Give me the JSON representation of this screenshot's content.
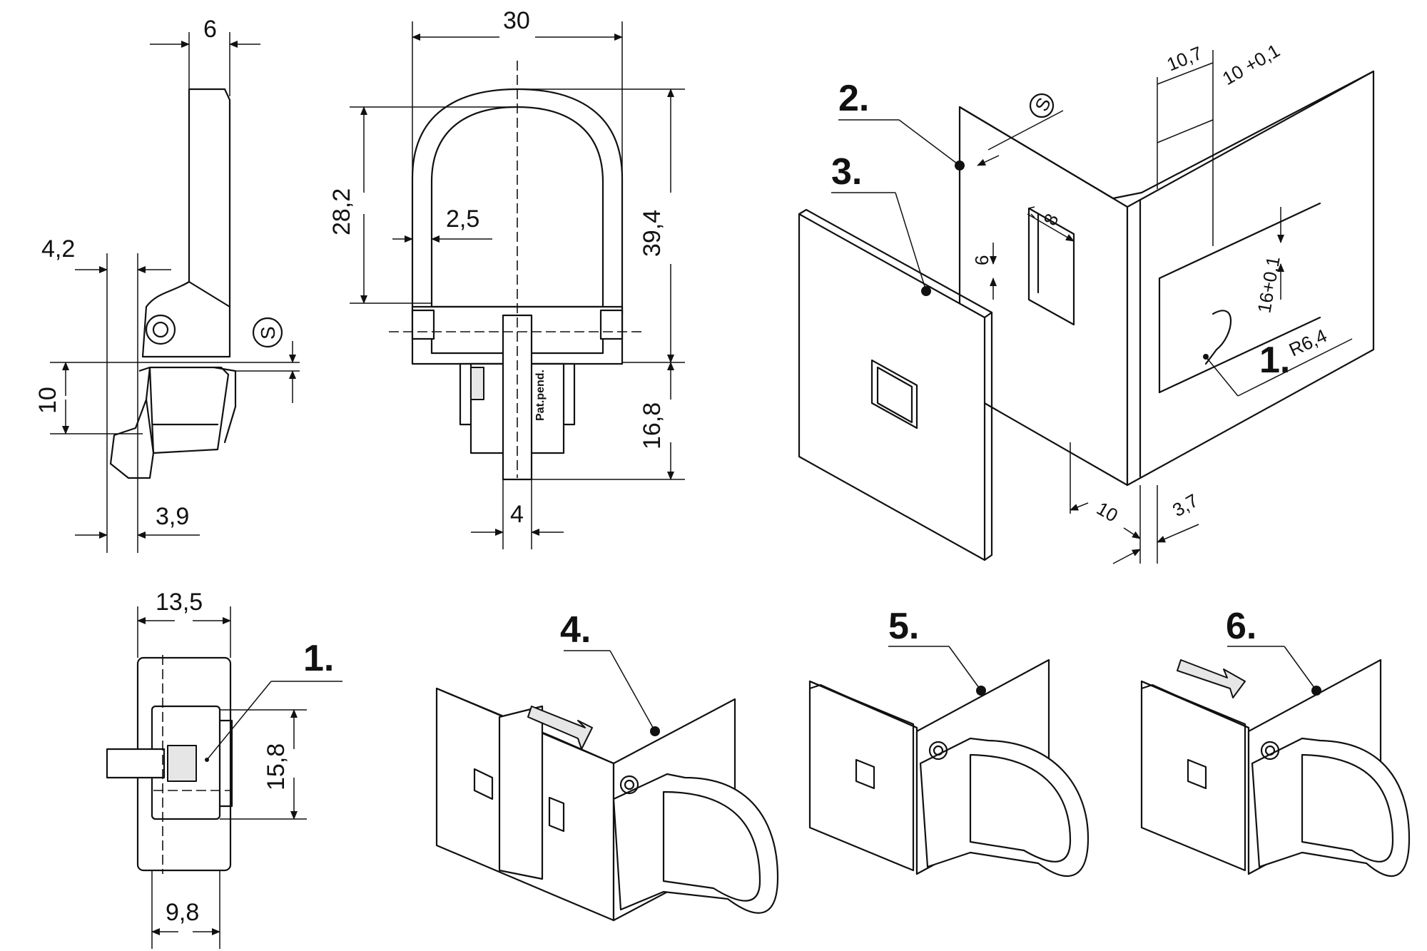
{
  "dimensions": {
    "side_width": "6",
    "side_offset": "4,2",
    "side_height": "10",
    "side_bottom": "3,9",
    "front_width": "30",
    "front_inner_height": "28,2",
    "front_wall": "2,5",
    "front_height": "39,4",
    "front_pin_height": "16,8",
    "front_pin_width": "4",
    "bottom_width": "13,5",
    "bottom_height": "15,8",
    "bottom_inner_width": "9,8",
    "cut_width_8": "8",
    "cut_height_6": "6",
    "panel_offset": "10,7",
    "slot_width": "10 +0,1",
    "slot_height": "16+0,1",
    "radius": "R6,4",
    "edge_10": "10",
    "edge_37": "3,7"
  },
  "symbols": {
    "thickness_symbol": "S",
    "patent_text": "Pat.pend."
  },
  "steps": {
    "step1_top": "1.",
    "step1_bottom": "1.",
    "step2": "2.",
    "step3": "3.",
    "step4": "4.",
    "step5": "5.",
    "step6": "6."
  },
  "colors": {
    "line": "#111111",
    "arrow_fill": "#cccccc",
    "background": "#ffffff"
  }
}
